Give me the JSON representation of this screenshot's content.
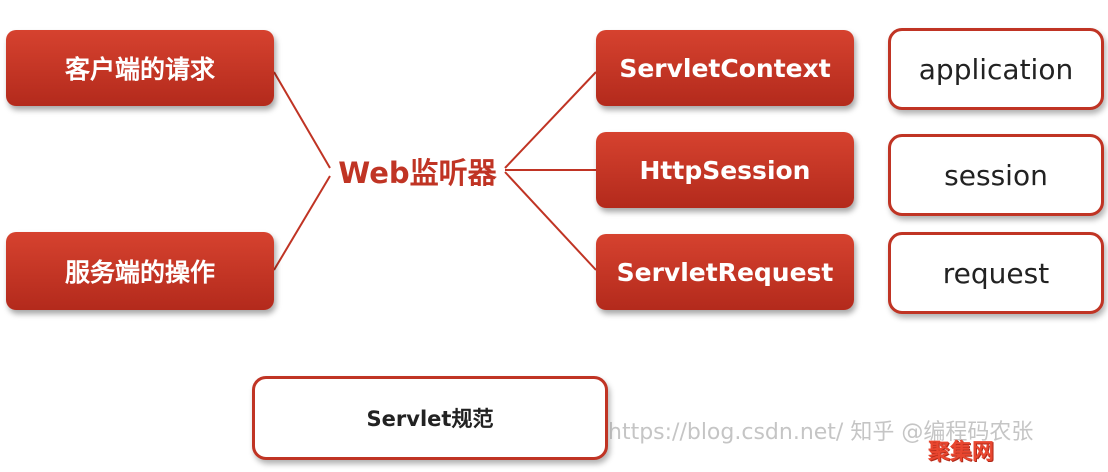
{
  "diagram": {
    "center_label": "Web监听器",
    "left_nodes": [
      "客户端的请求",
      "服务端的操作"
    ],
    "right_nodes": [
      {
        "label": "ServletContext",
        "scope": "application"
      },
      {
        "label": "HttpSession",
        "scope": "session"
      },
      {
        "label": "ServletRequest",
        "scope": "request"
      }
    ],
    "spec_label": "Servlet规范"
  },
  "watermark": {
    "text": "https://blog.csdn.net/     知乎 @编程码农张"
  },
  "logo": {
    "text": "聚集网"
  },
  "colors": {
    "accent": "#c03424",
    "box_fill": "#c8392a",
    "text_on_accent": "#ffffff"
  }
}
